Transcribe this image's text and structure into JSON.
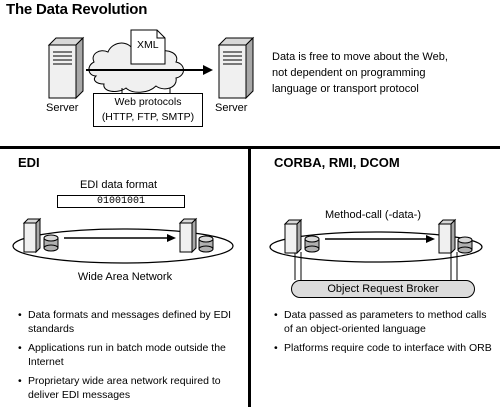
{
  "title": "The Data Revolution",
  "top": {
    "server_left_label": "Server",
    "server_right_label": "Server",
    "xml_label": "XML",
    "protocols_line1": "Web protocols",
    "protocols_line2": "(HTTP, FTP, SMTP)",
    "note_line1": "Data is free to move about the Web,",
    "note_line2": "not dependent on programming",
    "note_line3": "language or transport protocol"
  },
  "edi": {
    "title": "EDI",
    "format_label": "EDI data format",
    "format_value": "01001001",
    "network_label": "Wide Area Network",
    "bullets": [
      "Data formats and messages defined by EDI standards",
      "Applications run in batch mode outside the Internet",
      "Proprietary wide area network required to deliver EDI messages"
    ]
  },
  "corba": {
    "title": "CORBA, RMI, DCOM",
    "method_label": "Method-call (-data-)",
    "orb_label": "Object Request Broker",
    "bullets": [
      "Data passed as parameters to method calls of an object-oriented language",
      "Platforms require code to interface with ORB"
    ]
  },
  "colors": {
    "ink": "#000000",
    "gray_fill": "#dcdcdc",
    "light_fill": "#f0f0f0"
  }
}
